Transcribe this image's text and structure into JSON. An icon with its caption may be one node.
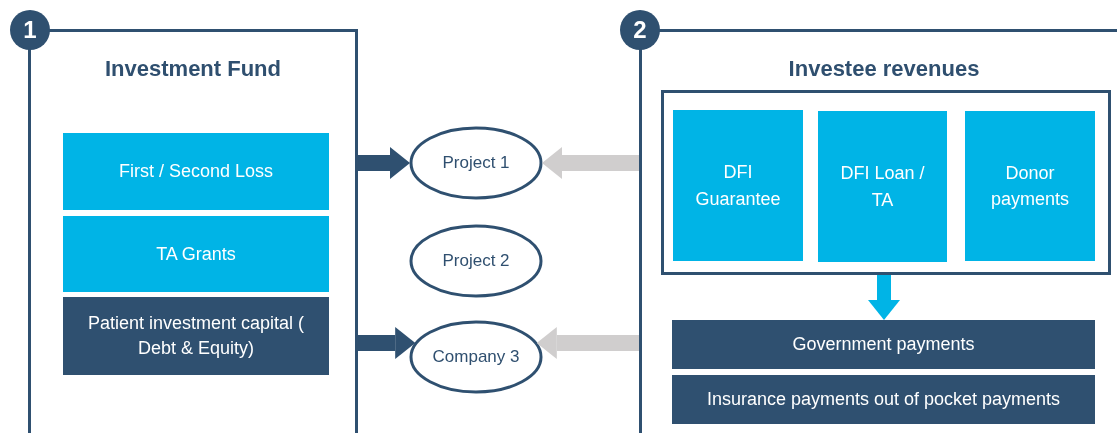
{
  "diagram": {
    "nodes": [
      {
        "text": [
          "1"
        ]
      },
      {
        "text": [
          "Investment Fund"
        ]
      },
      {
        "text": [
          "First / Second Loss"
        ],
        "in": 1
      },
      {
        "text": [
          "TA Grants"
        ],
        "in": 1
      },
      {
        "text": [
          "Patient investment capital ( Debt & Equity)"
        ],
        "in": 1
      },
      {
        "text": [
          "Project 1"
        ]
      },
      {
        "text": [
          "Project 2"
        ]
      },
      {
        "text": [
          "Company 3"
        ]
      },
      {
        "text": [
          "2"
        ]
      },
      {
        "text": [
          "Investee revenues"
        ]
      },
      {
        "text": [],
        "shape": "box",
        "in": 9
      },
      {
        "text": [
          "DFI Guarantee"
        ],
        "in": 10
      },
      {
        "text": [
          "DFI Loan / TA"
        ],
        "in": 10
      },
      {
        "text": [
          "Donor payments"
        ],
        "in": 10
      },
      {
        "text": [
          "Government payments"
        ],
        "in": 9
      },
      {
        "text": [
          "Insurance payments out of pocket payments"
        ],
        "in": 9
      }
    ],
    "edges": [
      {
        "from": 1,
        "to": 5,
        "arrow": "to"
      },
      {
        "from": 1,
        "to": 7,
        "arrow": "to"
      },
      {
        "from": 9,
        "to": 5,
        "arrow": "to",
        "color": "#d0cece"
      },
      {
        "from": 9,
        "to": 7,
        "arrow": "to",
        "color": "#d0cece"
      },
      {
        "from": 10,
        "to": 14,
        "arrow": "to",
        "color": "#00b4e6"
      }
    ]
  }
}
